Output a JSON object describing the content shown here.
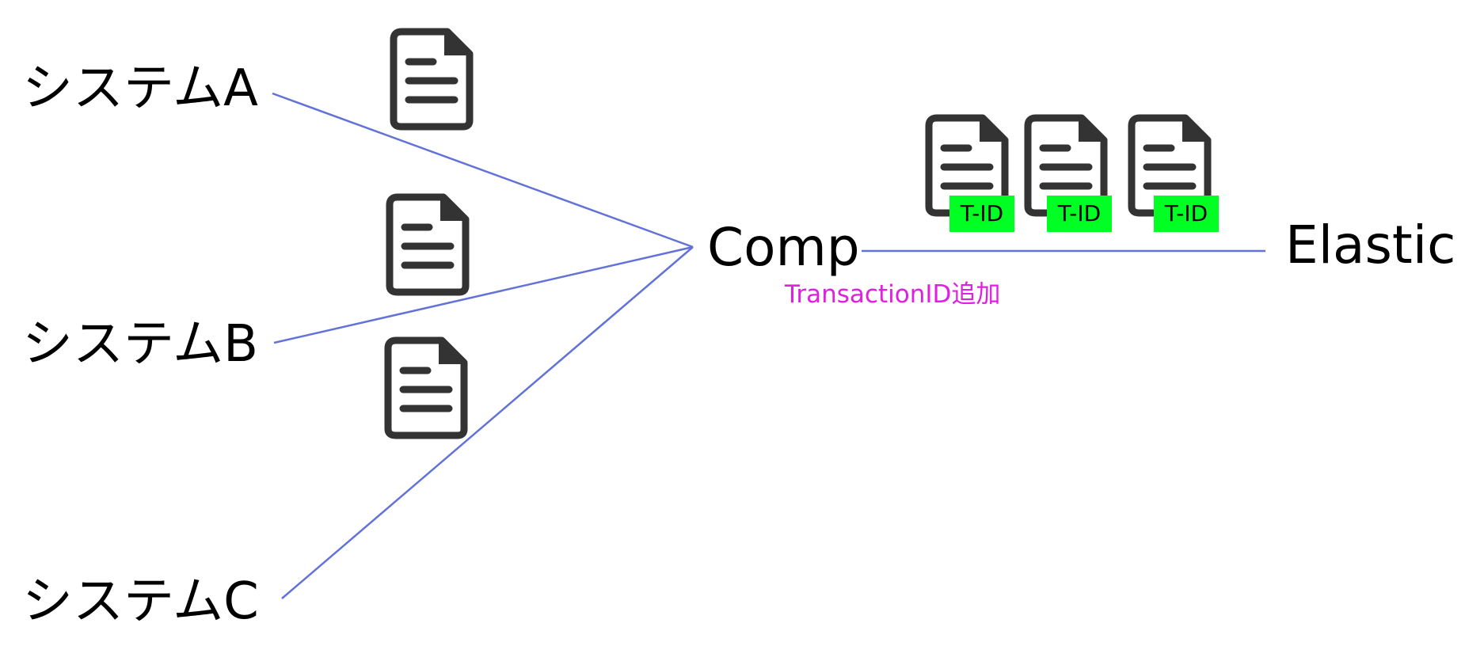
{
  "nodes": {
    "system_a": "システムA",
    "system_b": "システムB",
    "system_c": "システムC",
    "comp": "Comp",
    "elastic": "Elastic"
  },
  "step_note": "TransactionID追加",
  "tag_label": "T-ID",
  "icons": {
    "document": "document-icon"
  },
  "colors": {
    "connector": "#6272d8",
    "note": "#e020e0",
    "tag": "#00ff22",
    "icon": "#333333"
  }
}
